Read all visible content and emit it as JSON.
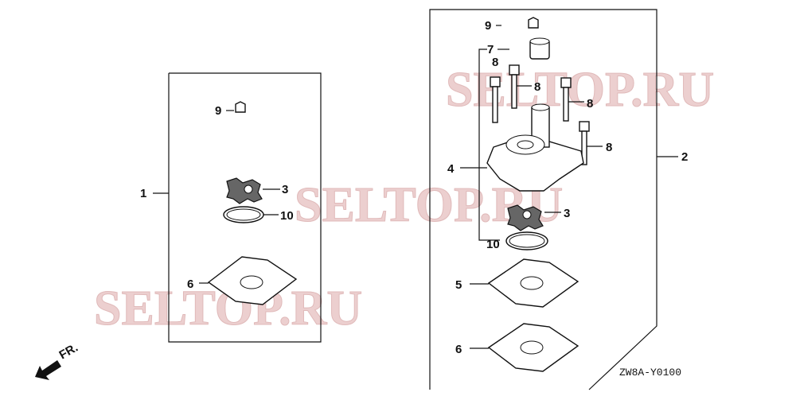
{
  "watermark": "SELTOP.RU",
  "diagram_code": "ZW8A-Y0100",
  "front_indicator": "FR.",
  "left_group": {
    "assembly_label": "1",
    "parts": {
      "clip": "9",
      "impeller": "3",
      "o_ring": "10",
      "gasket": "6"
    }
  },
  "right_group": {
    "assembly_label": "2",
    "parts": {
      "clip": "9",
      "seal": "7",
      "bolt_a": "8",
      "bolt_b": "8",
      "bolt_c": "8",
      "bolt_d": "8",
      "housing": "4",
      "impeller": "3",
      "o_ring": "10",
      "plate": "5",
      "gasket": "6"
    }
  },
  "colors": {
    "watermark": "#e8c4c4",
    "line": "#111111"
  }
}
